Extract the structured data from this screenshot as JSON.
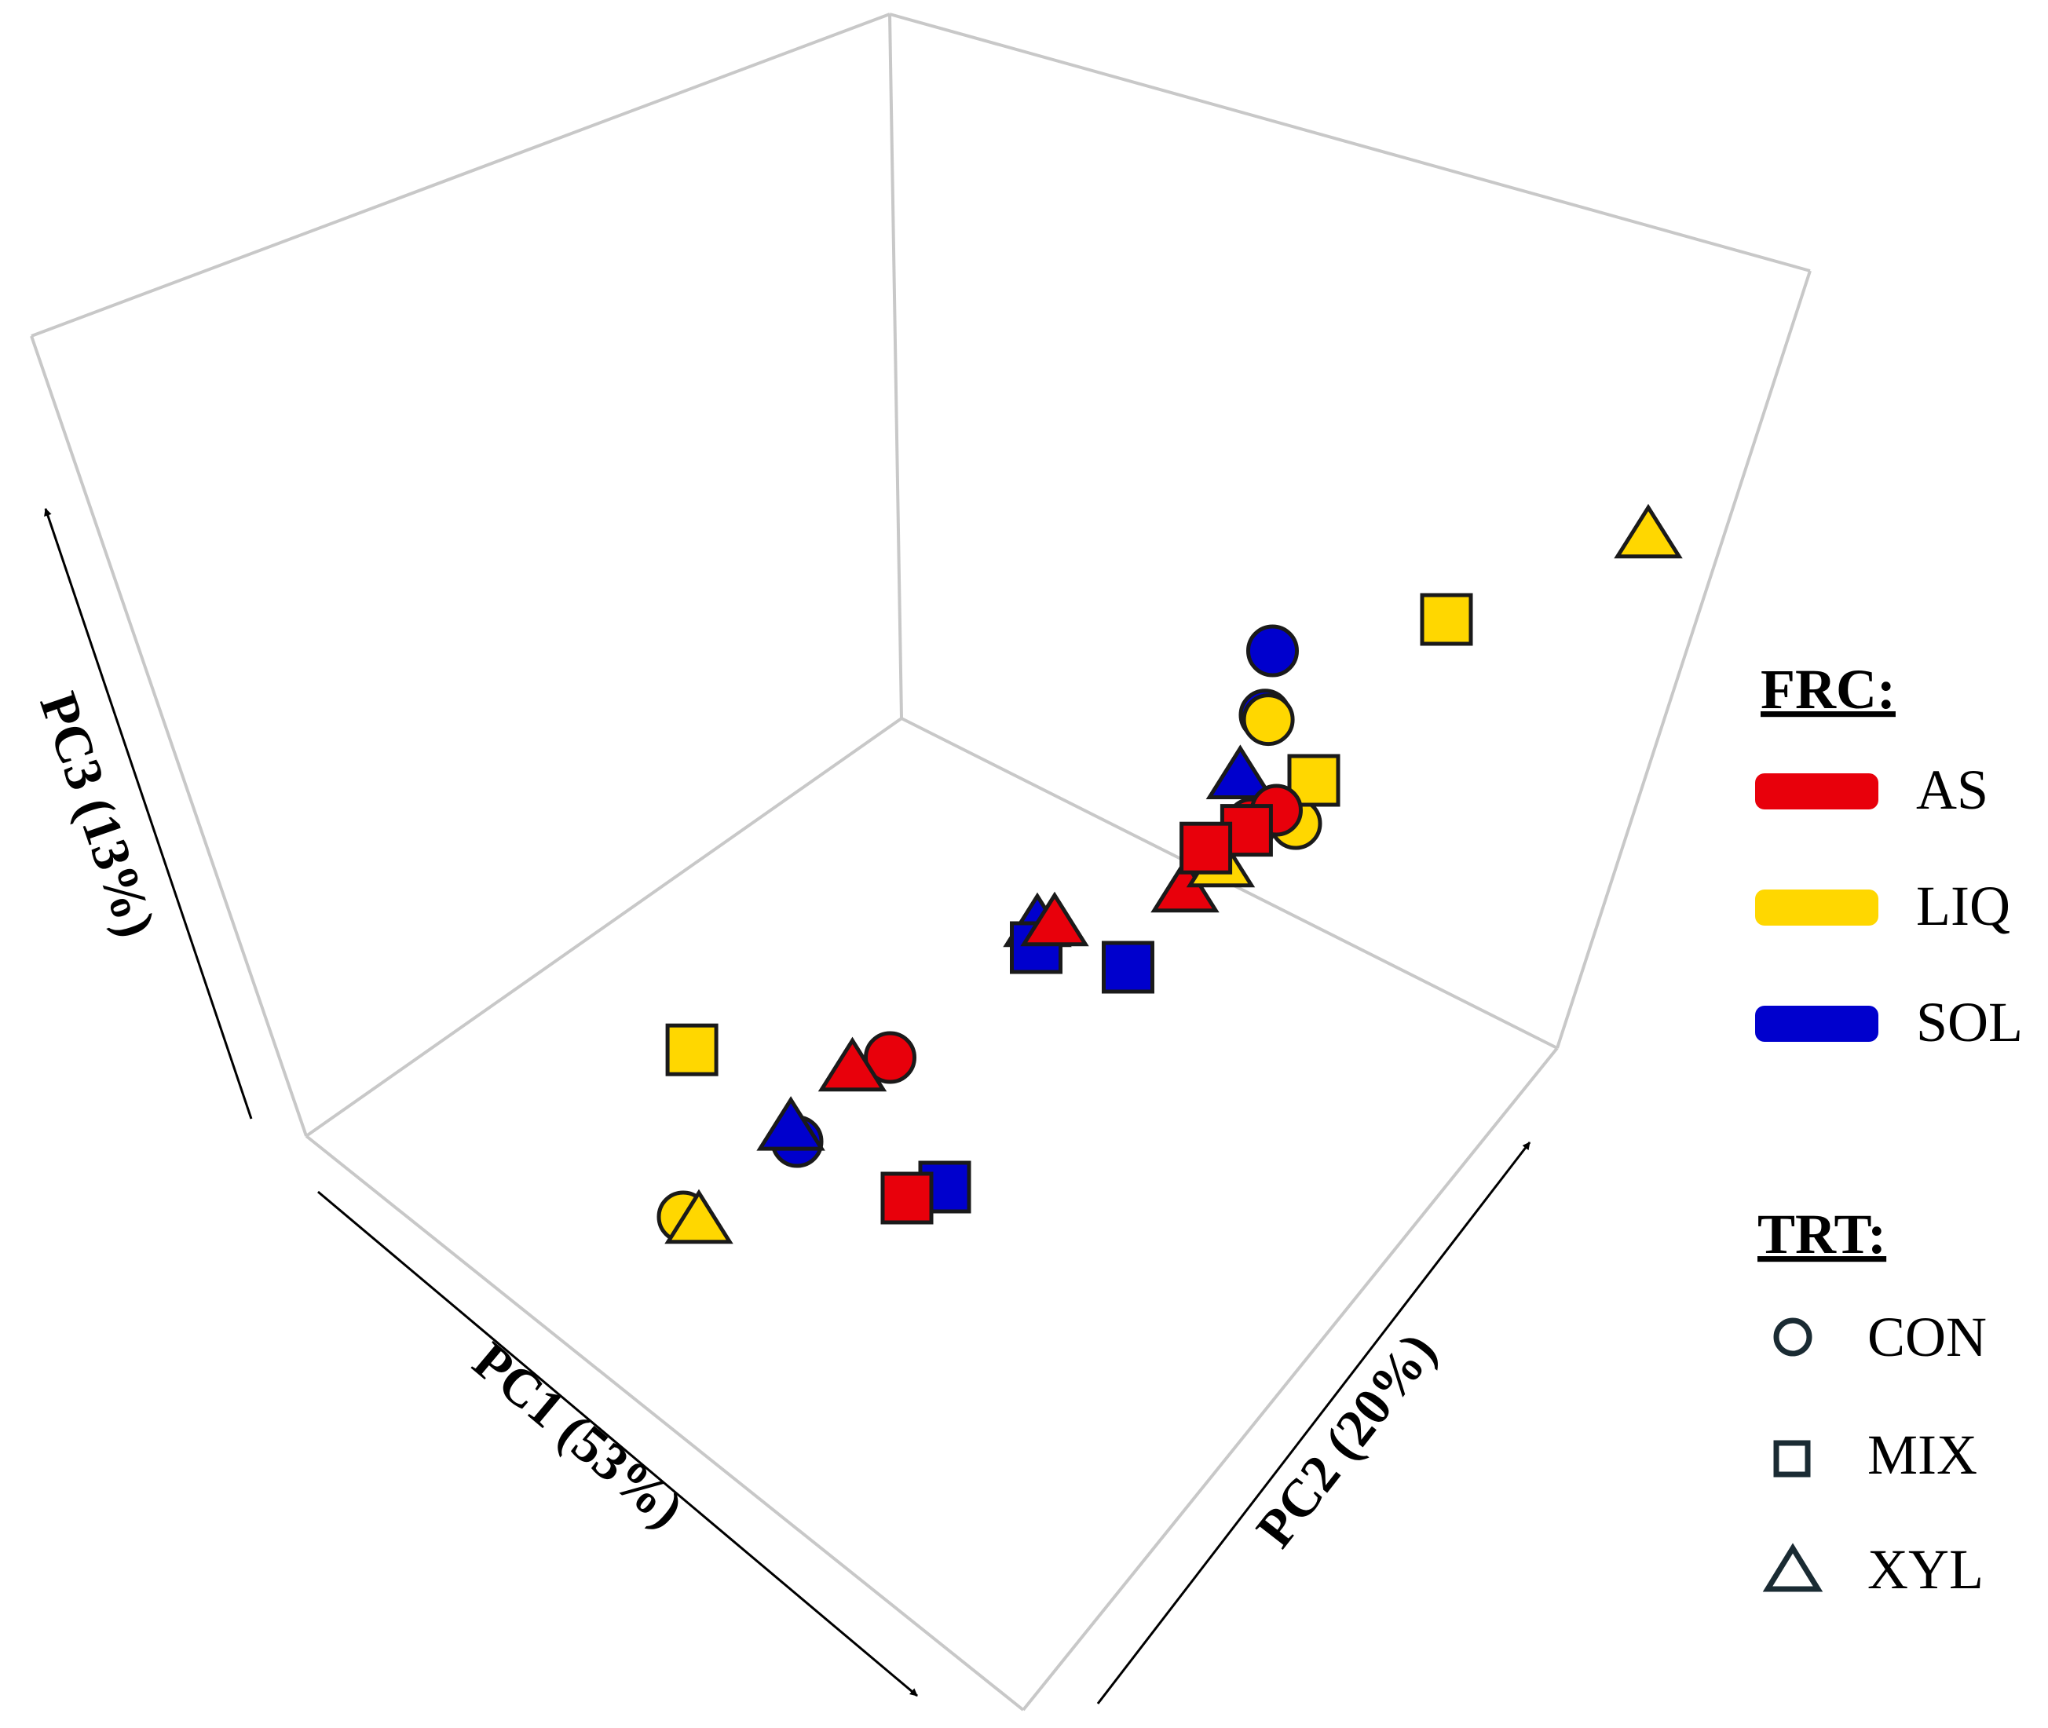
{
  "chart_data": {
    "type": "scatter",
    "projection": "3d",
    "title": "",
    "axes": {
      "x_label": "PC1 (53%)",
      "y_label": "PC2 (20%)",
      "z_label": "PC3 (13%)"
    },
    "grid": false,
    "legend_position": "right",
    "legend": {
      "frc_title": "FRC:",
      "trt_title": "TRT:",
      "frc": [
        {
          "key": "AS",
          "label": "AS",
          "color": "#e8000b"
        },
        {
          "key": "LIQ",
          "label": "LIQ",
          "color": "#ffd700"
        },
        {
          "key": "SOL",
          "label": "SOL",
          "color": "#0000cd"
        }
      ],
      "trt": [
        {
          "key": "CON",
          "label": "CON",
          "shape": "circle"
        },
        {
          "key": "MIX",
          "label": "MIX",
          "shape": "square"
        },
        {
          "key": "XYL",
          "label": "XYL",
          "shape": "triangle"
        }
      ]
    },
    "points": [
      {
        "frc": "LIQ",
        "trt": "MIX",
        "pc1": -1.0,
        "pc2": -0.92,
        "pc3": 0.75
      },
      {
        "frc": "SOL",
        "trt": "CON",
        "pc1": -0.35,
        "pc2": 0.2,
        "pc3": 0.8
      },
      {
        "frc": "SOL",
        "trt": "CON",
        "pc1": -0.3,
        "pc2": 0.22,
        "pc3": 0.62
      },
      {
        "frc": "LIQ",
        "trt": "CON",
        "pc1": -0.29,
        "pc2": 0.23,
        "pc3": 0.6
      },
      {
        "frc": "SOL",
        "trt": "XYL",
        "pc1": -0.28,
        "pc2": 0.2,
        "pc3": 0.48
      },
      {
        "frc": "AS",
        "trt": "CON",
        "pc1": -0.22,
        "pc2": 0.25,
        "pc3": 0.32
      },
      {
        "frc": "LIQ",
        "trt": "XYL",
        "pc1": 0.1,
        "pc2": 0.95,
        "pc3": 0.5
      },
      {
        "frc": "LIQ",
        "trt": "MIX",
        "pc1": 0.15,
        "pc2": 0.7,
        "pc3": 0.35
      },
      {
        "frc": "LIQ",
        "trt": "CON",
        "pc1": -0.05,
        "pc2": 0.4,
        "pc3": 0.15
      },
      {
        "frc": "AS",
        "trt": "XYL",
        "pc1": -0.05,
        "pc2": 0.25,
        "pc3": 0.05
      },
      {
        "frc": "LIQ",
        "trt": "MIX",
        "pc1": 0.1,
        "pc2": 0.5,
        "pc3": 0.1
      },
      {
        "frc": "AS",
        "trt": "CON",
        "pc1": 0.1,
        "pc2": 0.45,
        "pc3": 0.05
      },
      {
        "frc": "LIQ",
        "trt": "XYL",
        "pc1": 0.05,
        "pc2": 0.35,
        "pc3": 0.0
      },
      {
        "frc": "AS",
        "trt": "MIX",
        "pc1": 0.12,
        "pc2": 0.42,
        "pc3": 0.0
      },
      {
        "frc": "AS",
        "trt": "MIX",
        "pc1": 0.15,
        "pc2": 0.38,
        "pc3": -0.05
      },
      {
        "frc": "SOL",
        "trt": "MIX",
        "pc1": -0.1,
        "pc2": 0.15,
        "pc3": -0.05
      },
      {
        "frc": "SOL",
        "trt": "MIX",
        "pc1": -0.6,
        "pc2": -0.35,
        "pc3": 0.0
      },
      {
        "frc": "AS",
        "trt": "MIX",
        "pc1": -0.5,
        "pc2": -0.35,
        "pc3": -0.1
      },
      {
        "frc": "SOL",
        "trt": "XYL",
        "pc1": 0.15,
        "pc2": 0.15,
        "pc3": -0.15
      },
      {
        "frc": "SOL",
        "trt": "MIX",
        "pc1": 0.15,
        "pc2": 0.15,
        "pc3": -0.2
      },
      {
        "frc": "AS",
        "trt": "XYL",
        "pc1": 0.2,
        "pc2": 0.2,
        "pc3": -0.2
      },
      {
        "frc": "AS",
        "trt": "CON",
        "pc1": -0.05,
        "pc2": -0.15,
        "pc3": -0.2
      },
      {
        "frc": "SOL",
        "trt": "CON",
        "pc1": -0.1,
        "pc2": -0.3,
        "pc3": -0.3
      },
      {
        "frc": "SOL",
        "trt": "XYL",
        "pc1": -0.12,
        "pc2": -0.32,
        "pc3": -0.25
      },
      {
        "frc": "AS",
        "trt": "XYL",
        "pc1": 0.05,
        "pc2": -0.15,
        "pc3": -0.3
      },
      {
        "frc": "LIQ",
        "trt": "CON",
        "pc1": 0.1,
        "pc2": -0.35,
        "pc3": -0.6
      },
      {
        "frc": "LIQ",
        "trt": "XYL",
        "pc1": 0.25,
        "pc2": -0.25,
        "pc3": -0.75
      }
    ]
  }
}
